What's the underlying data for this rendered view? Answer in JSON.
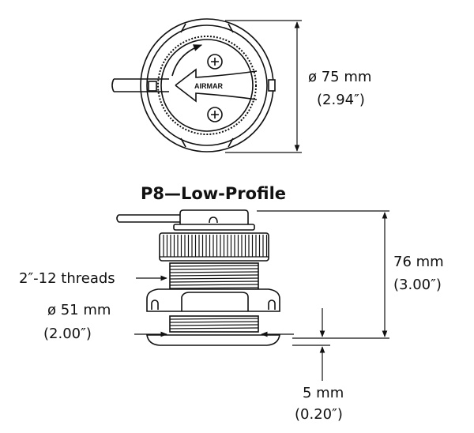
{
  "top_view": {
    "logo_text": "AIRMAR",
    "diameter_mm": "ø 75 mm",
    "diameter_in": "(2.94″)"
  },
  "side_view": {
    "title": "P8—Low-Profile",
    "threads_label": "2″-12 threads",
    "thread_diameter_mm": "ø 51 mm",
    "thread_diameter_in": "(2.00″)",
    "height_mm": "76 mm",
    "height_in": "(3.00″)",
    "protrusion_mm": "5 mm",
    "protrusion_in": "(0.20″)"
  }
}
